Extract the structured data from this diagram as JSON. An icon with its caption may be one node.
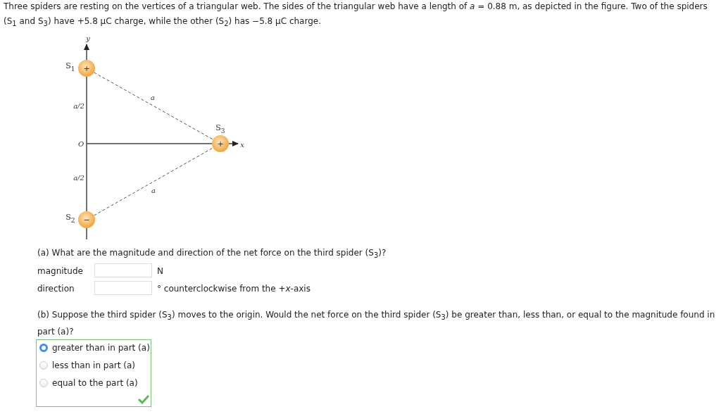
{
  "diagram": {
    "nodes": [
      {
        "text": [
          "+"
        ],
        "beside": [
          "S$_{1}$"
        ]
      },
      {
        "text": [
          "+"
        ],
        "beside": [
          "S$_{3}$"
        ]
      },
      {
        "text": [
          "−"
        ],
        "beside": [
          "S$_{2}$"
        ]
      }
    ],
    "edges": [
      {
        "from": 0,
        "to": 1,
        "arrow": "none",
        "style": "dashed",
        "label": "a"
      },
      {
        "from": 2,
        "to": 1,
        "arrow": "none",
        "style": "dashed",
        "label": "a"
      }
    ],
    "labels": [
      "Three spiders are resting on the vertices of a triangular web. The sides of the triangular web have a length of *a* = 0.88 m, as depicted in the figure. Two of the spiders (S$_{1}$ and S$_{3}$) have +5.8 μC charge, while the other (S$_{2}$) has −5.8 μC charge.",
      "y",
      "a/2",
      "O",
      "x",
      "a/2",
      "(a) What are the magnitude and direction of the net force on the third spider (S$_{3}$)?",
      "magnitude",
      "N",
      "direction",
      "° counterclockwise from the +*x*-axis",
      "(b) Suppose the third spider (S$_{3}$) moves to the origin. Would the net force on the third spider (S$_{3}$) be greater than, less than, or equal to the magnitude found in part (a)?",
      "greater than in part (a)",
      "less than in part (a)",
      "equal to the part (a)"
    ]
  }
}
